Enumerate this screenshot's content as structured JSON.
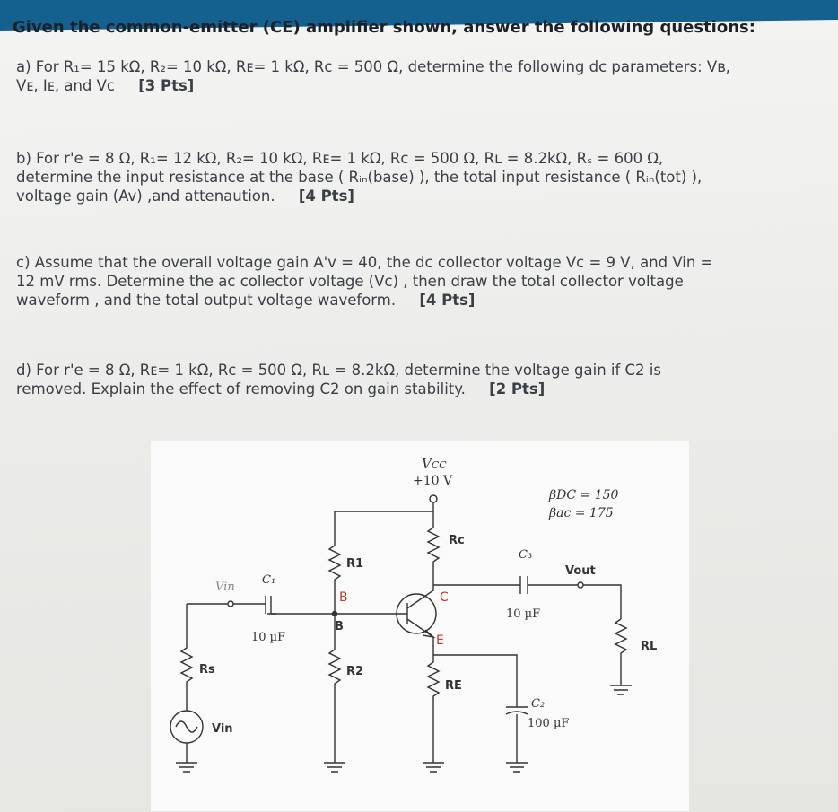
{
  "title": "Given the common-emitter (CE) amplifier shown, answer the following questions:",
  "q_a": {
    "line1": "a) For R₁= 15 kΩ, R₂= 10 kΩ, Rᴇ= 1 kΩ, Rᴄ = 500 Ω, determine the following dc parameters: Vʙ,",
    "line2": "Vᴇ, Iᴇ, and Vᴄ",
    "pts": "[3 Pts]"
  },
  "q_b": {
    "line1": "b) For r'e = 8 Ω, R₁= 12 kΩ, R₂= 10 kΩ, Rᴇ= 1 kΩ, Rᴄ = 500 Ω, Rʟ = 8.2kΩ, Rₛ = 600 Ω,",
    "line2": "determine the input resistance at the base ( Rᵢₙ(base) ), the total input resistance ( Rᵢₙ(tot) ),",
    "line3": "voltage gain (Av) ,and  attenaution.",
    "pts": "[4 Pts]"
  },
  "q_c": {
    "line1": "c) Assume that the overall voltage gain A'v = 40, the dc collector voltage Vᴄ = 9 V, and Vin =",
    "line2": "12 mV rms. Determine the ac collector voltage (Vᴄ) , then draw the total collector voltage",
    "line3": "waveform , and the total output voltage waveform.",
    "pts": "[4 Pts]"
  },
  "q_d": {
    "line1": "d) For r'e = 8 Ω, Rᴇ= 1 kΩ, Rᴄ = 500 Ω, Rʟ = 8.2kΩ, determine the voltage gain if C2 is",
    "line2": "removed. Explain the effect of removing C2 on  gain stability.",
    "pts": "[2 Pts]"
  },
  "circuit": {
    "vcc_label": "V",
    "vcc_sub": "CC",
    "vcc_value": "+10 V",
    "beta_dc": "βDC = 150",
    "beta_ac": "βac = 175",
    "rc": "Rc",
    "r1": "R1",
    "r2": "R2",
    "re": "RE",
    "rl": "RL",
    "rs": "Rs",
    "vin_source": "Vin",
    "vin_node": "Vin",
    "vout": "Vout",
    "c1": "C₁",
    "c1_value": "10 µF",
    "c2": "C₂",
    "c2_value": "100 µF",
    "c3": "C₃",
    "c3_value": "10 µF",
    "node_b1": "B",
    "node_b2": "B",
    "node_c": "C",
    "node_e": "E"
  }
}
